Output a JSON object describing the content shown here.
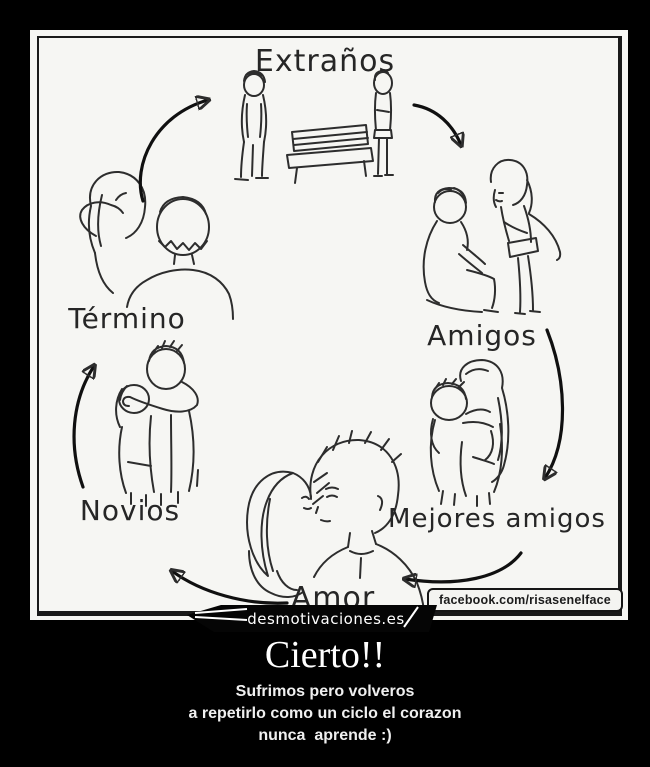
{
  "poster": {
    "watermark": "desmotivaciones.es",
    "credit": "facebook.com/risasenelface",
    "stages": [
      {
        "label": "Extraños"
      },
      {
        "label": "Amigos"
      },
      {
        "label": "Mejores amigos"
      },
      {
        "label": "Amor"
      },
      {
        "label": "Novios"
      },
      {
        "label": "Término"
      }
    ]
  },
  "caption": {
    "title": "Cierto!!",
    "line1": "Sufrimos pero volveros",
    "line2": "a repetirlo como un ciclo el corazon",
    "line3": "nunca  aprende :)"
  },
  "colors": {
    "background": "#000000",
    "paper": "#f6f6f3",
    "ink": "#2d2d2d",
    "caption_text": "#ffffff"
  }
}
